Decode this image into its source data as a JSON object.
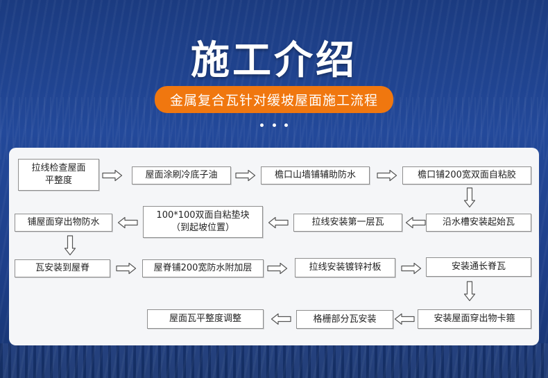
{
  "header": {
    "title": "施工介绍",
    "subtitle": "金属复合瓦针对缓坡屋面施工流程"
  },
  "colors": {
    "accent": "#f0770f",
    "background": "#1d3f86",
    "panel": "#f5f6f8"
  },
  "steps": [
    {
      "id": 1,
      "label": "拉线检查屋面平整度"
    },
    {
      "id": 2,
      "label": "屋面涂刷冷底子油"
    },
    {
      "id": 3,
      "label": "檐口山墙铺辅助防水"
    },
    {
      "id": 4,
      "label": "檐口铺200宽双面自粘胶"
    },
    {
      "id": 5,
      "label": "沿水槽安装起始瓦"
    },
    {
      "id": 6,
      "label": "拉线安装第一层瓦"
    },
    {
      "id": 7,
      "label": "100*100双面自粘垫块",
      "sub": "（到起坡位置）"
    },
    {
      "id": 8,
      "label": "铺屋面穿出物防水"
    },
    {
      "id": 9,
      "label": "瓦安装到屋脊"
    },
    {
      "id": 10,
      "label": "屋脊铺200宽防水附加层"
    },
    {
      "id": 11,
      "label": "拉线安装镀锌衬板"
    },
    {
      "id": 12,
      "label": "安装通长脊瓦"
    },
    {
      "id": 13,
      "label": "安装屋面穿出物卡箍"
    },
    {
      "id": 14,
      "label": "格栅部分瓦安装"
    },
    {
      "id": 15,
      "label": "屋面瓦平整度调整"
    }
  ],
  "arrow_icon": "outline-arrow-icon"
}
